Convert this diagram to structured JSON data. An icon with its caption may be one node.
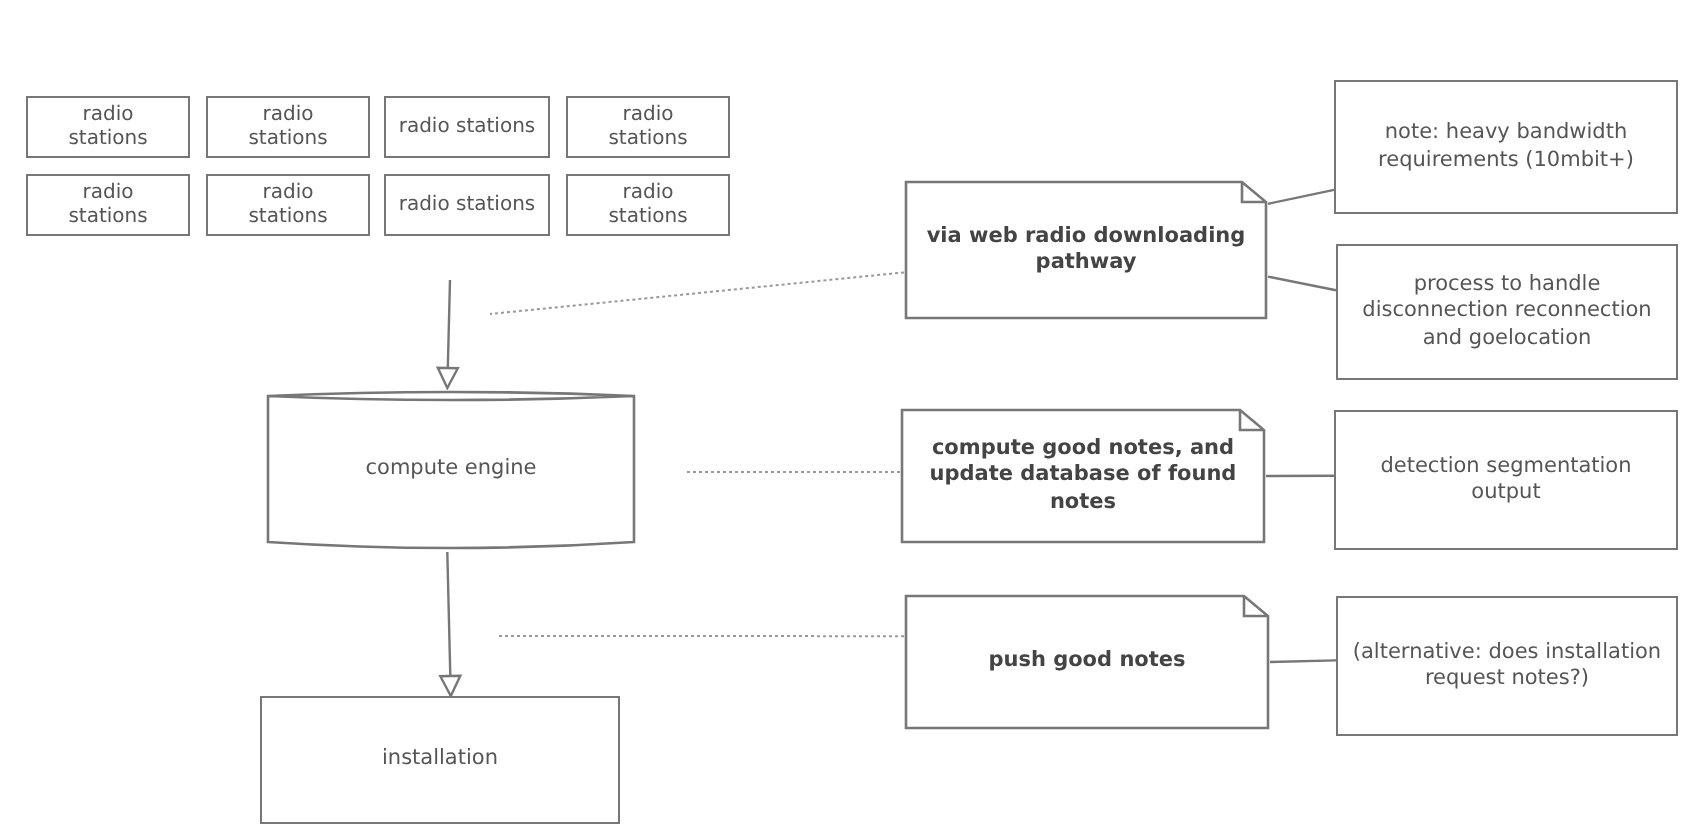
{
  "diagram": {
    "nodes": [
      {
        "text": [
          "radio stations"
        ]
      },
      {
        "text": [
          "radio stations"
        ]
      },
      {
        "text": [
          "radio stations"
        ]
      },
      {
        "text": [
          "radio stations"
        ]
      },
      {
        "text": [
          "radio stations"
        ]
      },
      {
        "text": [
          "radio stations"
        ]
      },
      {
        "text": [
          "radio stations"
        ]
      },
      {
        "text": [
          "radio stations"
        ]
      },
      {
        "text": [
          "compute engine"
        ]
      },
      {
        "text": [
          "installation"
        ]
      },
      {
        "text": [
          "via web radio downloading pathway"
        ]
      },
      {
        "text": [
          "note: heavy bandwidth requirements (10mbit+)"
        ]
      },
      {
        "text": [
          "process to handle disconnection reconnection and goelocation"
        ]
      },
      {
        "text": [
          "compute good notes, and update database of found notes"
        ]
      },
      {
        "text": [
          "detection segmentation output"
        ]
      },
      {
        "text": [
          "push good notes"
        ]
      },
      {
        "text": [
          "(alternative: does installation request notes?)"
        ]
      }
    ],
    "edges": [
      {
        "from": null,
        "to": 8,
        "arrow": "to"
      },
      {
        "from": 8,
        "to": 9,
        "arrow": "to"
      },
      {
        "from": 10,
        "to": null,
        "arrow": "none",
        "style": "dashed"
      },
      {
        "from": 13,
        "to": null,
        "arrow": "none",
        "style": "dashed"
      },
      {
        "from": 15,
        "to": null,
        "arrow": "none",
        "style": "dashed"
      },
      {
        "from": 10,
        "to": 11,
        "arrow": "none"
      },
      {
        "from": 10,
        "to": 12,
        "arrow": "none"
      },
      {
        "from": 13,
        "to": 14,
        "arrow": "none"
      },
      {
        "from": 15,
        "to": 16,
        "arrow": "none"
      }
    ]
  }
}
